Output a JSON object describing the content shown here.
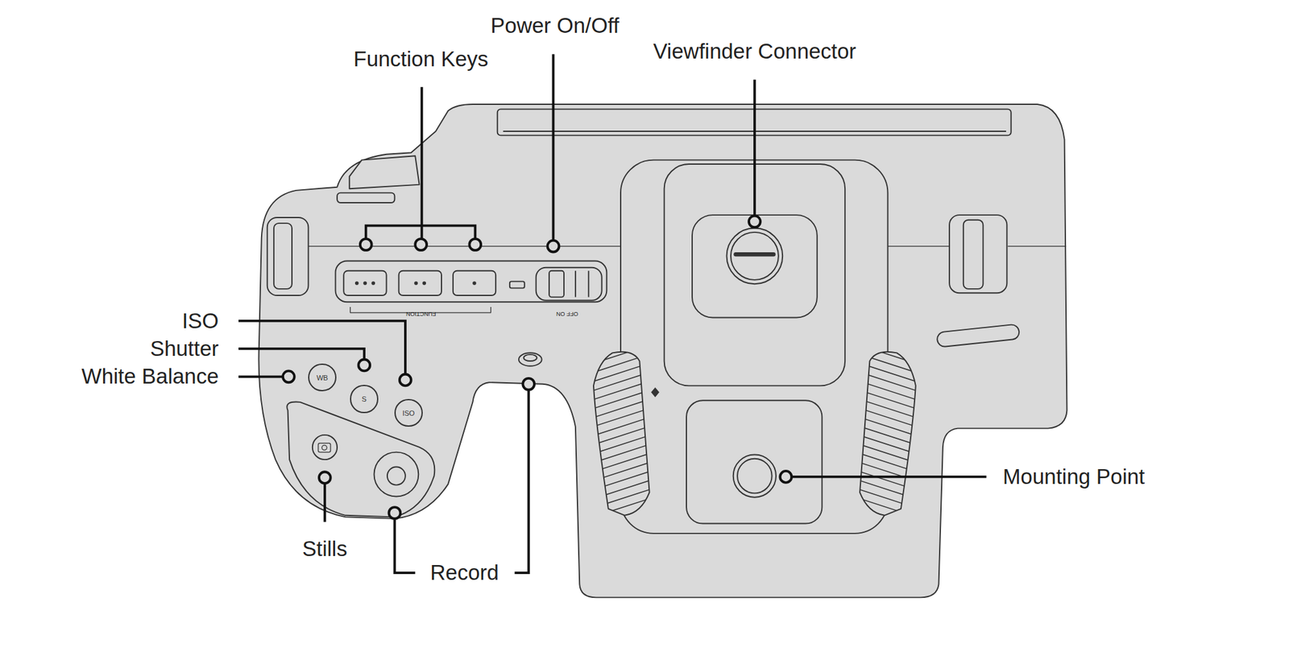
{
  "diagram": {
    "nodes": [
      {
        "text": [
          "WB"
        ]
      },
      {
        "text": [
          "S"
        ]
      },
      {
        "text": [
          "ISO"
        ]
      }
    ],
    "labels": [
      "Power On/Off",
      "Viewfinder Connector",
      "Function Keys",
      "ISO",
      "Shutter",
      "White Balance",
      "Mounting Point",
      "Stills",
      "Record",
      "FUNCTION",
      "OFF ON"
    ]
  }
}
